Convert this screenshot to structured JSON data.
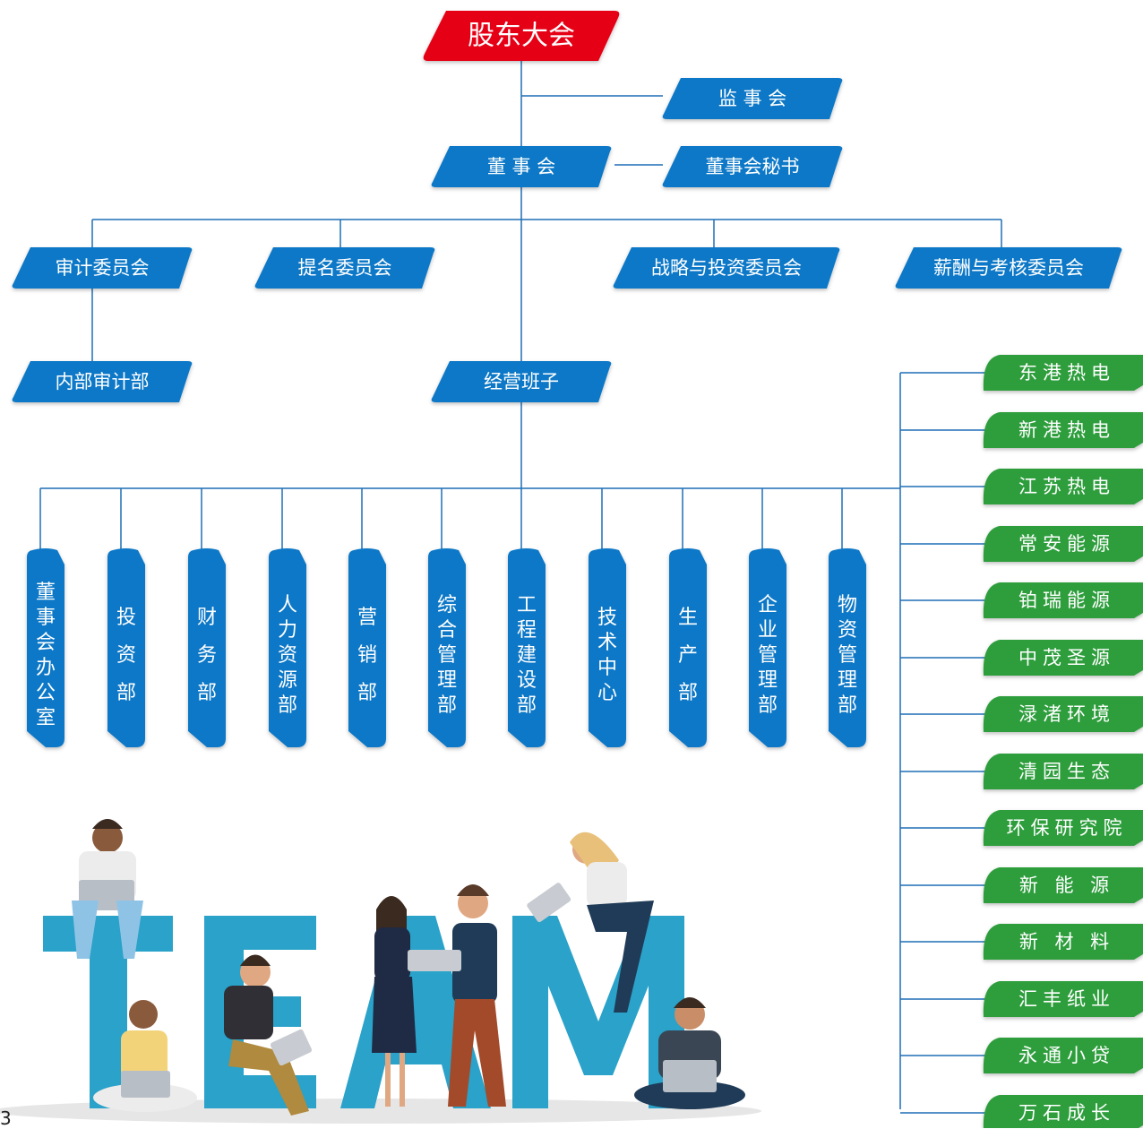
{
  "colors": {
    "red": "#e60012",
    "blue": "#0a78c7",
    "green": "#2e9e3e",
    "line": "#1f6fb5",
    "team": "#2aa2c9"
  },
  "top": {
    "shareholders": "股东大会"
  },
  "board": {
    "supervisory": "监 事 会",
    "board": "董 事 会",
    "secretary": "董事会秘书"
  },
  "committees": [
    "审计委员会",
    "提名委员会",
    "战略与投资委员会",
    "薪酬与考核委员会"
  ],
  "internal_audit": "内部审计部",
  "management": "经营班子",
  "departments": [
    "董事会办公室",
    "投资部",
    "财务部",
    "人力资源部",
    "营销部",
    "综合管理部",
    "工程建设部",
    "技术中心",
    "生产部",
    "企业管理部",
    "物资管理部"
  ],
  "subsidiaries": [
    "东港热电",
    "新港热电",
    "江苏热电",
    "常安能源",
    "铂瑞能源",
    "中茂圣源",
    "渌渚环境",
    "清园生态",
    "环保研究院",
    "新 能 源",
    "新 材 料",
    "汇丰纸业",
    "永通小贷",
    "万石成长"
  ],
  "illustration": {
    "word": "TEAM"
  },
  "page_number": "3"
}
